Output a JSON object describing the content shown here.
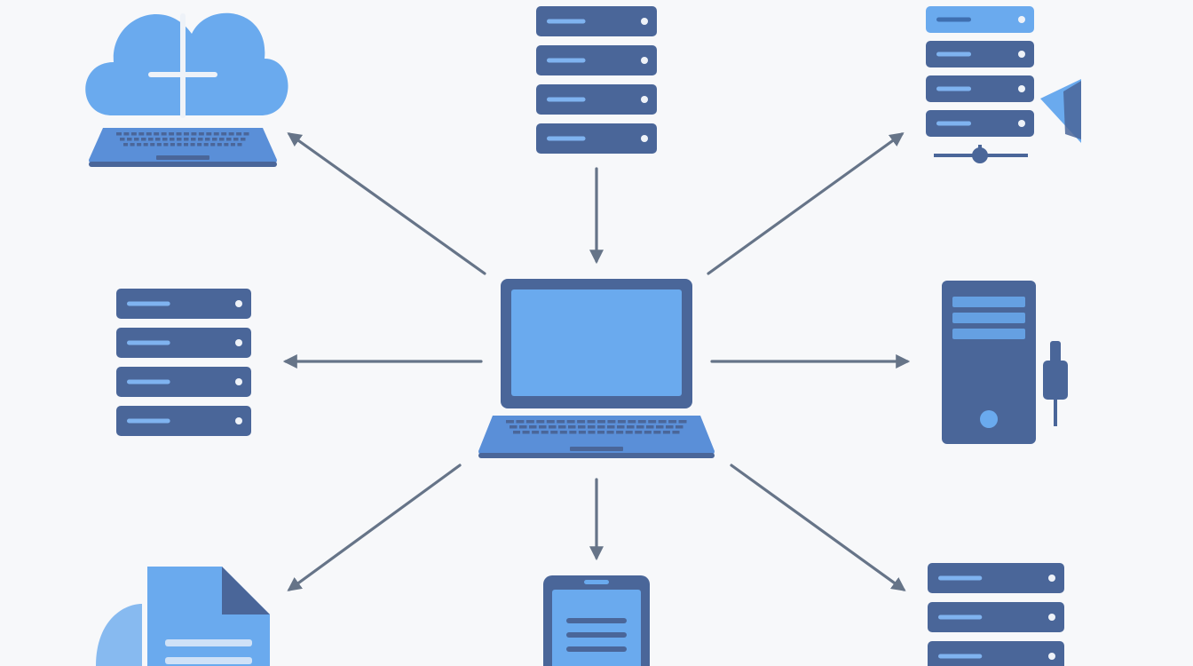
{
  "colors": {
    "background": "#f7f8fa",
    "dark_blue": "#4a6699",
    "light_blue": "#6aaaee",
    "mid_blue": "#5a8fd8",
    "arrow": "#667488",
    "slot_line": "#7fb3f0",
    "led": "#eef2f8"
  },
  "nodes": [
    {
      "id": "hub",
      "kind": "laptop",
      "icon": "laptop-icon",
      "role": "central"
    },
    {
      "id": "top",
      "kind": "server-rack",
      "icon": "server-rack-icon",
      "units": 4
    },
    {
      "id": "top-right",
      "kind": "network-server",
      "icon": "network-server-icon",
      "units": 4
    },
    {
      "id": "right",
      "kind": "desktop-tower",
      "icon": "desktop-tower-icon"
    },
    {
      "id": "bottom-right",
      "kind": "server-rack",
      "icon": "server-rack-icon",
      "units": 3
    },
    {
      "id": "bottom",
      "kind": "tablet",
      "icon": "tablet-icon"
    },
    {
      "id": "bottom-left",
      "kind": "document",
      "icon": "document-icon"
    },
    {
      "id": "left",
      "kind": "server-rack",
      "icon": "server-rack-icon",
      "units": 4
    },
    {
      "id": "top-left",
      "kind": "cloud-laptop",
      "icon": "cloud-laptop-icon"
    }
  ],
  "edges": [
    {
      "from": "top",
      "to": "hub"
    },
    {
      "from": "hub",
      "to": "top-right"
    },
    {
      "from": "hub",
      "to": "right"
    },
    {
      "from": "hub",
      "to": "bottom-right"
    },
    {
      "from": "hub",
      "to": "bottom"
    },
    {
      "from": "hub",
      "to": "bottom-left"
    },
    {
      "from": "hub",
      "to": "left"
    },
    {
      "from": "hub",
      "to": "top-left"
    }
  ]
}
